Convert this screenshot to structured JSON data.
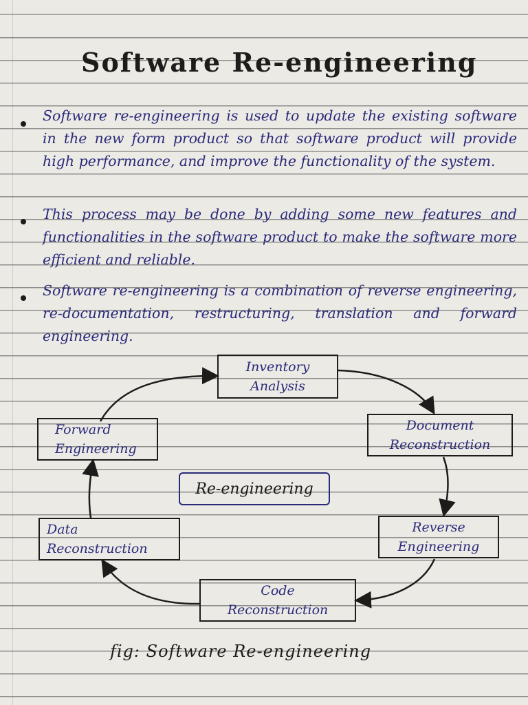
{
  "title": "Software Re-engineering",
  "bullets": [
    "Software re-engineering is used to update the existing software in the new form product so that software product will provide high performance, and improve the functionality of the system.",
    "This process may be done by adding some new features and functionalities in the software product to make the software more efficient and reliable.",
    "Software re-engineering is a combination of reverse engineering, re-documentation, restructuring, translation and forward engineering."
  ],
  "diagram": {
    "center": "Re-engineering",
    "nodes": {
      "inventory": [
        "Inventory",
        "Analysis"
      ],
      "document": [
        "Document",
        "Reconstruction"
      ],
      "reverse": [
        "Reverse",
        "Engineering"
      ],
      "code": [
        "Code",
        "Reconstruction"
      ],
      "data": [
        "Data",
        "Reconstruction"
      ],
      "forward": [
        "Forward",
        "Engineering"
      ]
    }
  },
  "caption": "fig: Software Re-engineering"
}
